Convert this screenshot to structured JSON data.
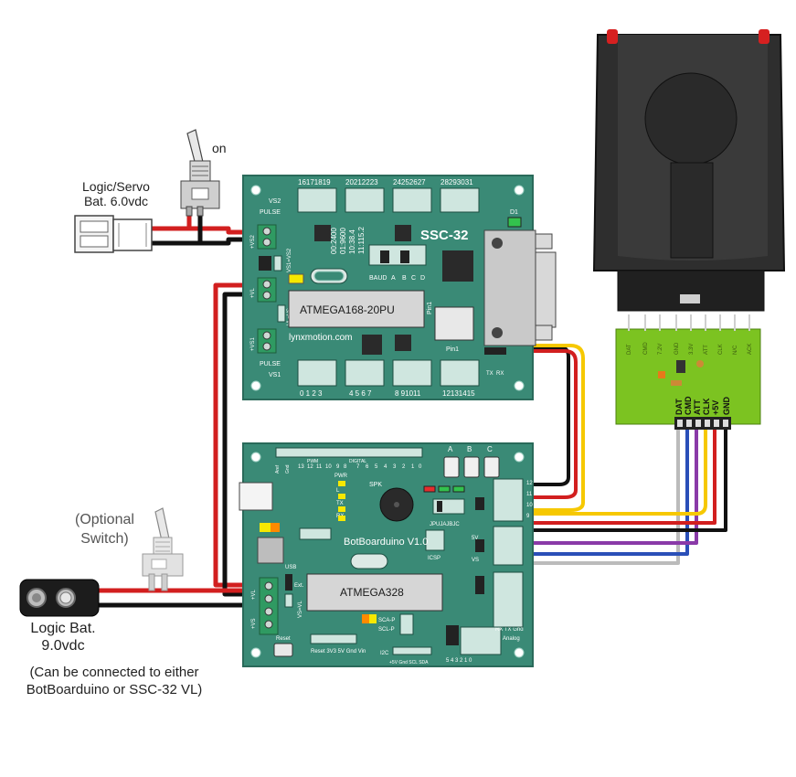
{
  "labels": {
    "switch_on": "on",
    "logic_servo_battery": [
      "Logic/Servo",
      "Bat. 6.0vdc"
    ],
    "optional_switch": [
      "(Optional",
      "Switch)"
    ],
    "logic_battery": [
      "Logic Bat.",
      "9.0vdc"
    ],
    "connection_note": [
      "(Can be connected to either",
      "BotBoarduino or SSC-32 VL)"
    ]
  },
  "ssc32": {
    "name": "SSC-32",
    "chip": "ATMEGA168-20PU",
    "website": "lynxmotion.com",
    "led": "D1",
    "top_groups": [
      "16171819",
      "20212223",
      "24252627",
      "28293031"
    ],
    "bottom_groups": [
      "0 1 2 3",
      "4 5 6 7",
      "8 91011",
      "12131415"
    ],
    "baud_rates": [
      "00:2400",
      "01:9600",
      "10:38.4",
      "11:115.2"
    ],
    "jumpers": [
      "BAUD",
      "A",
      "B",
      "C",
      "D"
    ],
    "labels": {
      "vs2": "VS2",
      "pulse": "PULSE",
      "vs1": "VS1",
      "pin1": "Pin1",
      "tx": "TX",
      "rx": "RX",
      "vs2_plus": "+VS2",
      "vl_plus": "+VL",
      "vs1_plus": "+VS1",
      "vs1_vs2": "VS1=VS2",
      "vl_vs": "VL=VS"
    }
  },
  "botboarduino": {
    "name": "BotBoarduino V1.0",
    "chip": "ATMEGA328",
    "buttons": [
      "A",
      "B",
      "C"
    ],
    "pins_top": [
      "Aref",
      "Gnd",
      "13",
      "12",
      "11",
      "10",
      "9",
      "8",
      "7",
      "6",
      "5",
      "4",
      "3",
      "2",
      "1",
      "0"
    ],
    "pins_bottom_analog": [
      "0",
      "1",
      "2",
      "3",
      "4",
      "5"
    ],
    "labels": {
      "pwr": "PWR",
      "l": "L",
      "tx": "TX",
      "rx": "RX",
      "spk": "SPK",
      "usb": "USB",
      "ext": "Ext.",
      "vs_vl": "VS=VL",
      "jumpers": "JPUJAJBJC",
      "icsp": "ICSP",
      "reset": "Reset",
      "analog": "Analog",
      "rx_tx_gnd": "RX TX Gnd",
      "sca": "SCA-P",
      "scl": "SCL-P",
      "i2c": "I2C",
      "i2c_pins": "+5V Gnd SCL SDA",
      "power_pins": "Reset 3V3 5V Gnd Vin",
      "digital": "DIGITAL",
      "pwm": "PWM",
      "vs": "VS",
      "five_v": "5V",
      "vl_plus": "+VL",
      "vs_plus": "+VS",
      "right_digital": [
        "12",
        "11",
        "10",
        "9"
      ],
      "right_analog": [
        "5",
        "4",
        "3",
        "2",
        "1",
        "0"
      ]
    }
  },
  "ps2_adapter": {
    "pins": [
      "DAT",
      "CMD",
      "ATT",
      "CLK",
      "+5V",
      "GND"
    ],
    "top_pins": [
      "DAT",
      "CMD",
      "7.2V",
      "GND",
      "3.3V",
      "ATT",
      "CLK",
      "N/C",
      "ACK"
    ]
  },
  "wires": {
    "black": "#111111",
    "red": "#d21f1f",
    "yellow": "#f6c800",
    "white": "#e8e8e8",
    "blue": "#2a4fb8",
    "purple": "#8a3aa8",
    "pcb": "#3a8a76",
    "adapter": "#7cc321"
  }
}
